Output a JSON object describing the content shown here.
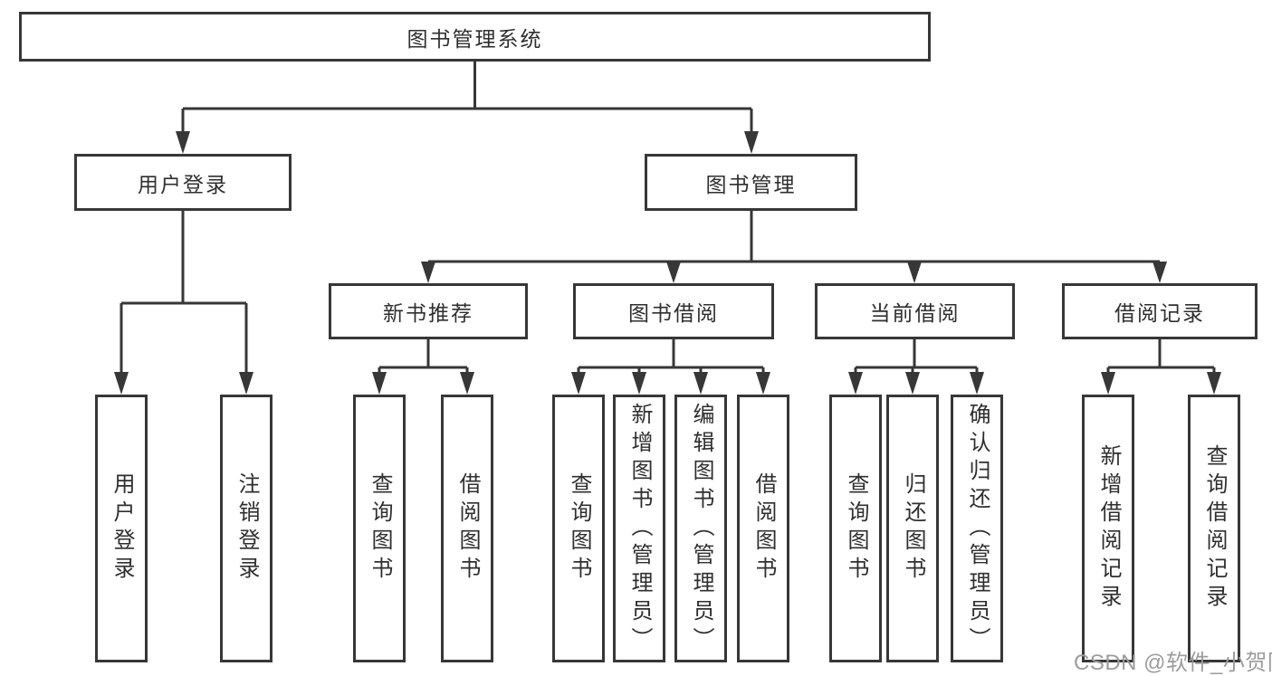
{
  "tree": {
    "label": "图书管理系统",
    "children": [
      {
        "label": "用户登录",
        "children": [
          {
            "label": "用户登录"
          },
          {
            "label": "注销登录"
          }
        ]
      },
      {
        "label": "图书管理",
        "children": [
          {
            "label": "新书推荐",
            "children": [
              {
                "label": "查询图书"
              },
              {
                "label": "借阅图书"
              }
            ]
          },
          {
            "label": "图书借阅",
            "children": [
              {
                "label": "查询图书"
              },
              {
                "label": "新增图书（管理员）"
              },
              {
                "label": "编辑图书（管理员）"
              },
              {
                "label": "借阅图书"
              }
            ]
          },
          {
            "label": "当前借阅",
            "children": [
              {
                "label": "查询图书"
              },
              {
                "label": "归还图书"
              },
              {
                "label": "确认归还（管理员）"
              }
            ]
          },
          {
            "label": "借阅记录",
            "children": [
              {
                "label": "新增借阅记录"
              },
              {
                "label": "查询借阅记录"
              }
            ]
          }
        ]
      }
    ]
  },
  "watermark": {
    "text": "CSDN @软件_小贺同学"
  },
  "colors": {
    "line": "#373737",
    "text": "#2f2f2f",
    "watermark": "#9c9c9c",
    "background": "#ffffff"
  }
}
